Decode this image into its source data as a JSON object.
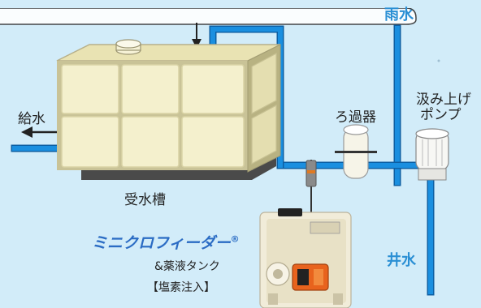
{
  "labels": {
    "supply_water": "給水",
    "receiving_tank": "受水槽",
    "rainwater": "雨水",
    "filter": "ろ過器",
    "pump_line1": "汲み上げ",
    "pump_line2": "ポンプ",
    "well_water": "井水"
  },
  "product": {
    "name": "ミニクロフィーダー",
    "mark": "®",
    "tank": "&薬液タンク",
    "note": "【塩素注入】"
  },
  "colors": {
    "background": "#d2ecf9",
    "pipe": "#1a8fe0",
    "pipe_edge": "#0d5fa3",
    "tank_body": "#f3efc7",
    "tank_frame": "#c9c397",
    "label_blue": "#2a8fd4",
    "product_blue": "#2b6cc4"
  }
}
